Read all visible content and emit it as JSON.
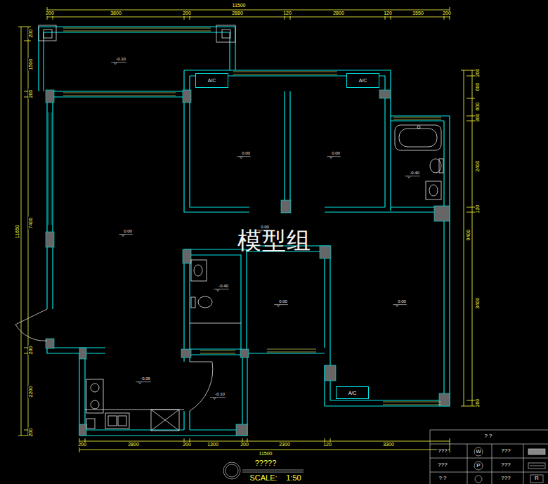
{
  "diagram": {
    "title": "?????",
    "nodes": [
      {
        "text": [
          "A/C"
        ]
      },
      {
        "text": [
          "A/C"
        ]
      },
      {
        "text": [
          "A/C"
        ]
      }
    ],
    "labels": [
      "11500",
      "200",
      "3800",
      "200",
      "2880",
      "120",
      "2800",
      "120",
      "1550",
      "200",
      "11650",
      "200",
      "1500",
      "200",
      "7400",
      "200",
      "2200",
      "200",
      "200",
      "600",
      "600",
      "300",
      "2400",
      "120",
      "9400",
      "3400",
      "200",
      "200",
      "2800",
      "200",
      "1300",
      "200",
      "2300",
      "120",
      "3300",
      "11500",
      "-0.10",
      "0.00",
      "0.00",
      "-0.40",
      "0.00",
      "0.00",
      "-0.40",
      "0.00",
      "0.00",
      "-0.05",
      "-0.10",
      "模型组",
      "SCALE:",
      "1:50",
      "? ?",
      "???",
      "W",
      "???",
      "???",
      "P",
      "???",
      "? ?",
      "???",
      "R"
    ]
  }
}
